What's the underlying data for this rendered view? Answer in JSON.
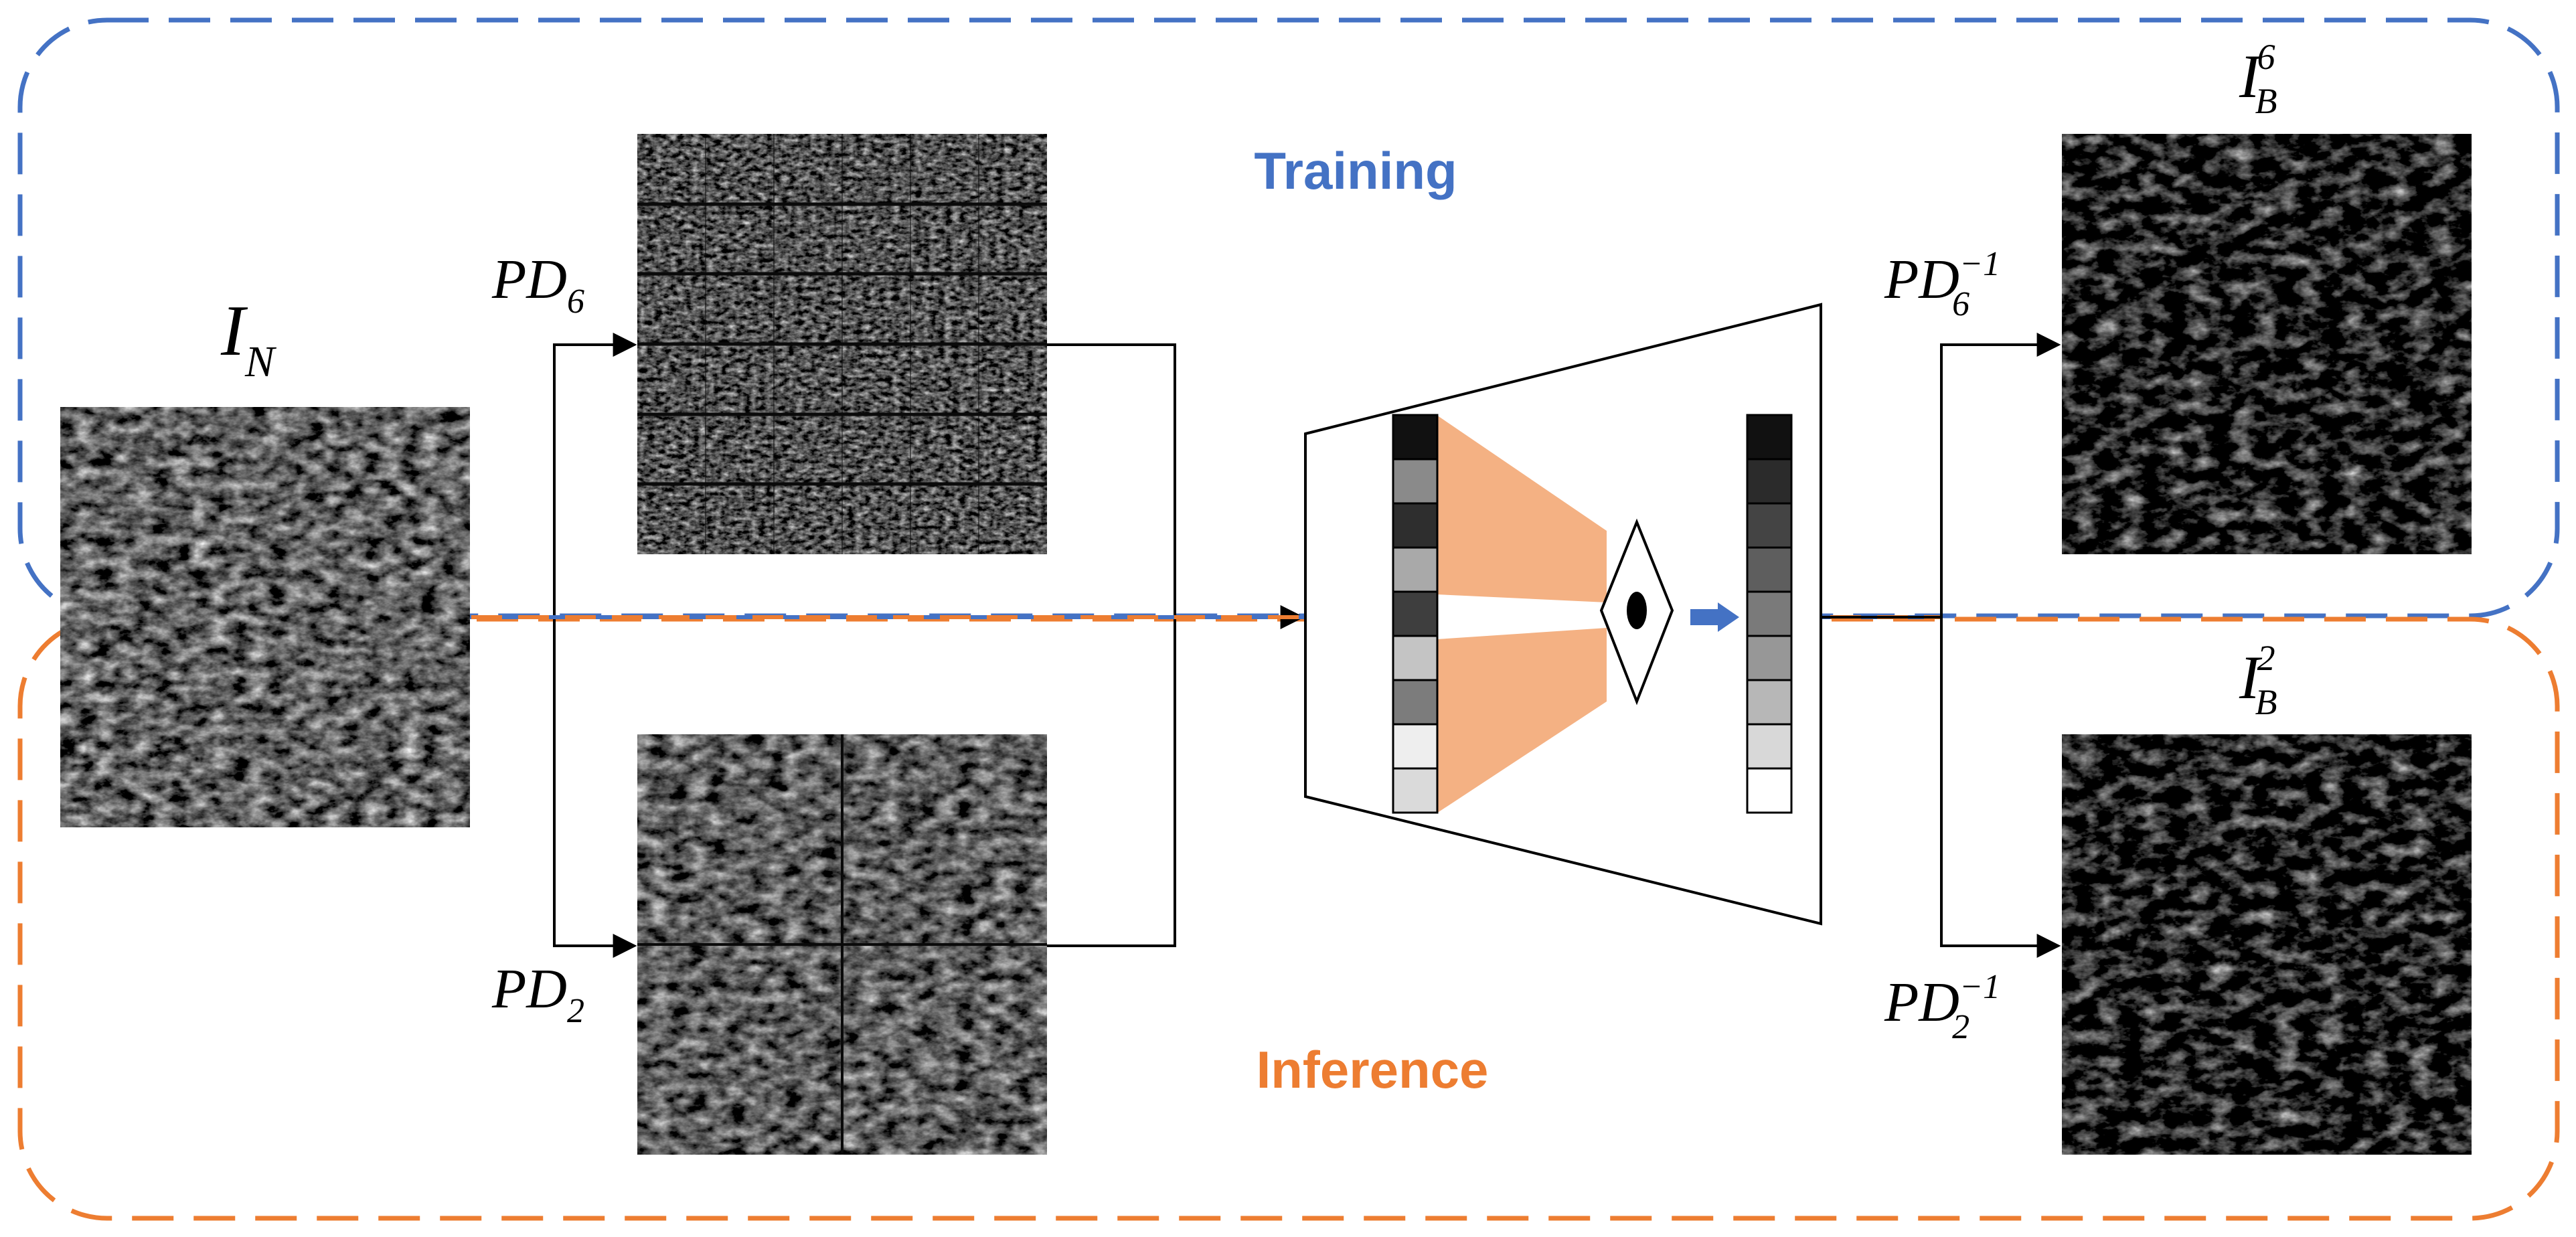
{
  "regions": {
    "training": {
      "label": "Training",
      "color": "#4472C4"
    },
    "inference": {
      "label": "Inference",
      "color": "#ED7D31"
    }
  },
  "images": {
    "input": {
      "symbol": "I",
      "subscript": "N"
    },
    "output_top": {
      "symbol": "I",
      "subscript": "B",
      "superscript": "6"
    },
    "output_bottom": {
      "symbol": "I",
      "subscript": "B",
      "superscript": "2"
    }
  },
  "operators": {
    "pd6": {
      "symbol": "PD",
      "subscript": "6"
    },
    "pd2": {
      "symbol": "PD",
      "subscript": "2"
    },
    "pd6_inv": {
      "symbol": "PD",
      "subscript": "6",
      "superscript": "−1"
    },
    "pd2_inv": {
      "symbol": "PD",
      "subscript": "2",
      "superscript": "−1"
    }
  },
  "network": {
    "input_column_shades": [
      "#111111",
      "#8a8a8a",
      "#2e2e2e",
      "#a9a9a9",
      "#3e3e3e",
      "#c4c4c4",
      "#7c7c7c",
      "#eeeeee",
      "#dadada"
    ],
    "output_column_shades": [
      "#111111",
      "#2b2b2b",
      "#444444",
      "#5e5e5e",
      "#7a7a7a",
      "#979797",
      "#b7b7b7",
      "#d8d8d8",
      "#ffffff"
    ],
    "fan_color": "#F4B183",
    "arrow_color": "#4472C4"
  }
}
